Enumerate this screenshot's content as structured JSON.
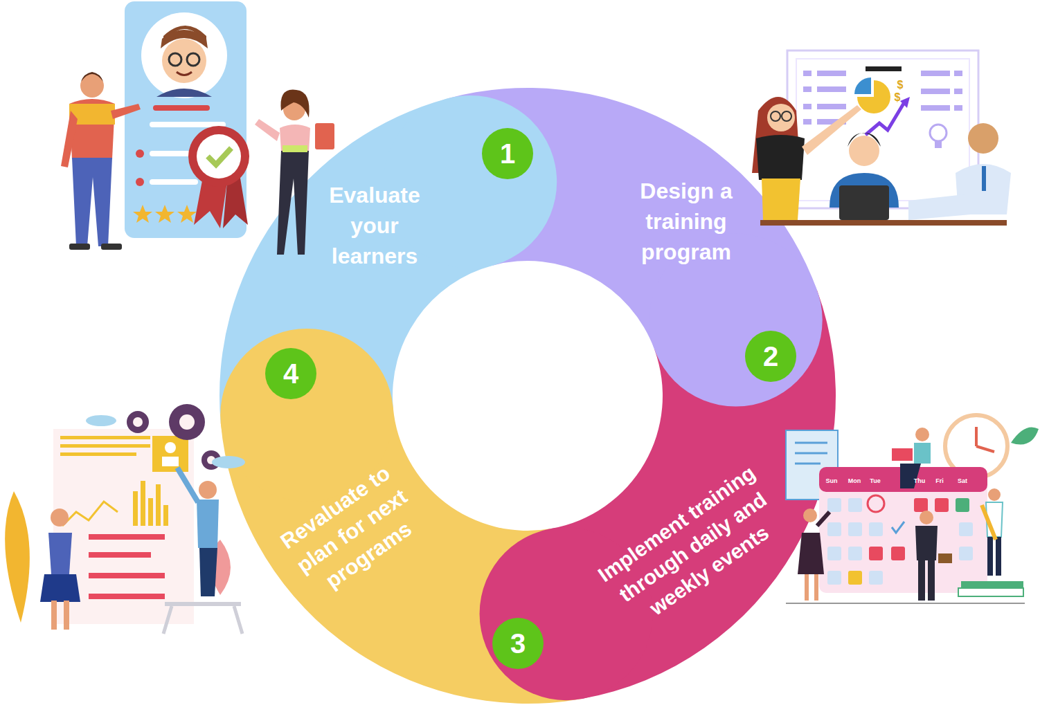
{
  "diagram": {
    "nodes": [
      {
        "text": [
          "Evaluate your learners"
        ]
      },
      {
        "text": [
          "Design a training program"
        ]
      },
      {
        "text": [
          "Implement training through daily and weekly events"
        ]
      },
      {
        "text": [
          "Revaluate to plan for next programs"
        ]
      }
    ],
    "labels": [
      "1",
      "2",
      "3",
      "4",
      "$",
      "$",
      "Sun",
      "Mon",
      "Tue",
      "Thu",
      "Fri",
      "Sat"
    ]
  }
}
